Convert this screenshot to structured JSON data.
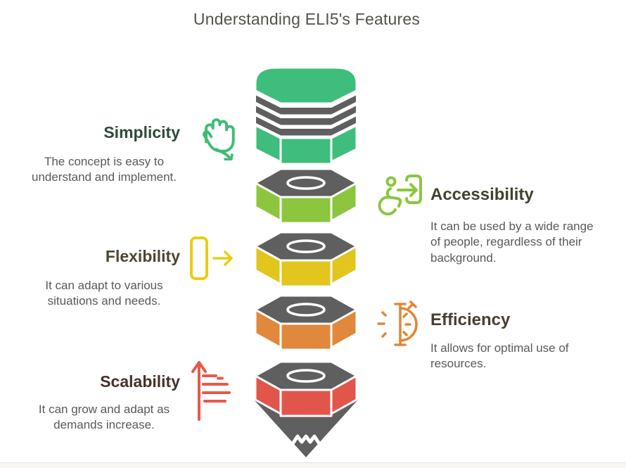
{
  "title": "Understanding ELI5's Features",
  "features": {
    "left": [
      {
        "name": "Simplicity",
        "description": "The concept is easy to understand and implement.",
        "icon": "waving-hand-icon",
        "accent": "#3DBC77",
        "heading_color": "#2E4A3A"
      },
      {
        "name": "Flexibility",
        "description": "It can adapt to various situations and needs.",
        "icon": "flexible-shape-arrow-icon",
        "accent": "#E9CE14",
        "heading_color": "#4B4734"
      },
      {
        "name": "Scalability",
        "description": "It can grow and adapt as demands increase.",
        "icon": "growth-arrow-icon",
        "accent": "#E8584B",
        "heading_color": "#45322B"
      }
    ],
    "right": [
      {
        "name": "Accessibility",
        "description": "It can be used by a wide range of people, regardless of their background.",
        "icon": "accessibility-door-icon",
        "accent": "#8CC63F",
        "heading_color": "#3E442F"
      },
      {
        "name": "Efficiency",
        "description": "It allows for optimal use of resources.",
        "icon": "stopwatch-icon",
        "accent": "#E0883C",
        "heading_color": "#473F33"
      }
    ]
  },
  "funnel": {
    "structure_color": "#5F5F5F",
    "outline_color": "#FFFFFF",
    "layers": [
      {
        "id": "layer-simplicity",
        "shape": "dome",
        "color": "#3EBD7D"
      },
      {
        "id": "layer-accessibility",
        "shape": "nut",
        "color": "#8CC63F"
      },
      {
        "id": "layer-flexibility",
        "shape": "nut",
        "color": "#E2C51D"
      },
      {
        "id": "layer-efficiency",
        "shape": "nut",
        "color": "#E0883C"
      },
      {
        "id": "layer-scalability",
        "shape": "nut-cone",
        "color": "#E2554A"
      }
    ]
  },
  "page": {
    "title_color": "#53514A",
    "body_text_color": "#595959",
    "background": "#FFFFFF"
  }
}
